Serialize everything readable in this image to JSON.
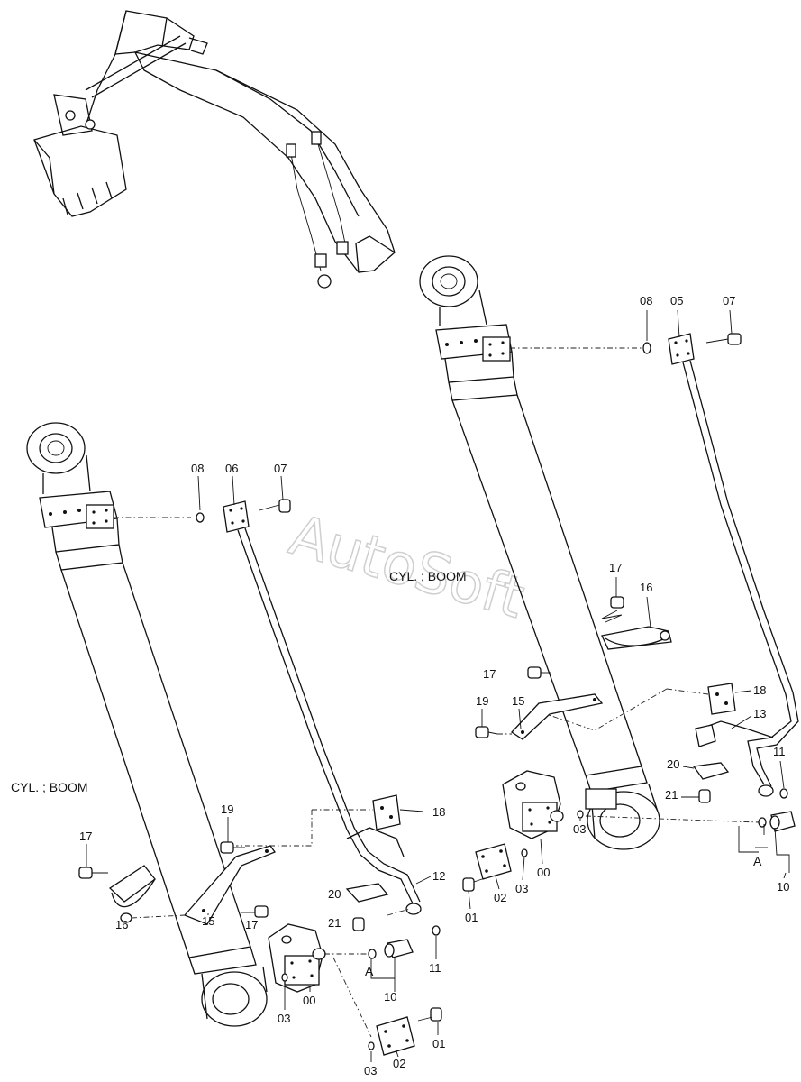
{
  "watermark": "AutoSoft",
  "sections": {
    "left_cylinder": "CYL. ; BOOM",
    "right_cylinder": "CYL. ; BOOM"
  },
  "view_marker": "A",
  "labels": {
    "L08": "08",
    "L06": "06",
    "L07": "07",
    "L17a": "17",
    "L19": "19",
    "L18": "18",
    "L16": "16",
    "L15": "15",
    "L17b": "17",
    "L20": "20",
    "L12": "12",
    "L21": "21",
    "L11": "11",
    "L03a": "03",
    "L00": "00",
    "L10": "10",
    "L01": "01",
    "L02": "02",
    "L03b": "03",
    "R08": "08",
    "R05": "05",
    "R07": "07",
    "R17a": "17",
    "R16": "16",
    "R17b": "17",
    "R19": "19",
    "R15": "15",
    "R18": "18",
    "R13": "13",
    "R11": "11",
    "R20": "20",
    "R21": "21",
    "R03a": "03",
    "R00": "00",
    "R03b": "03",
    "R02": "02",
    "R01": "01",
    "R10": "10"
  },
  "colors": {
    "line": "#111111",
    "background": "#ffffff",
    "watermark": "#cfcfcf"
  }
}
